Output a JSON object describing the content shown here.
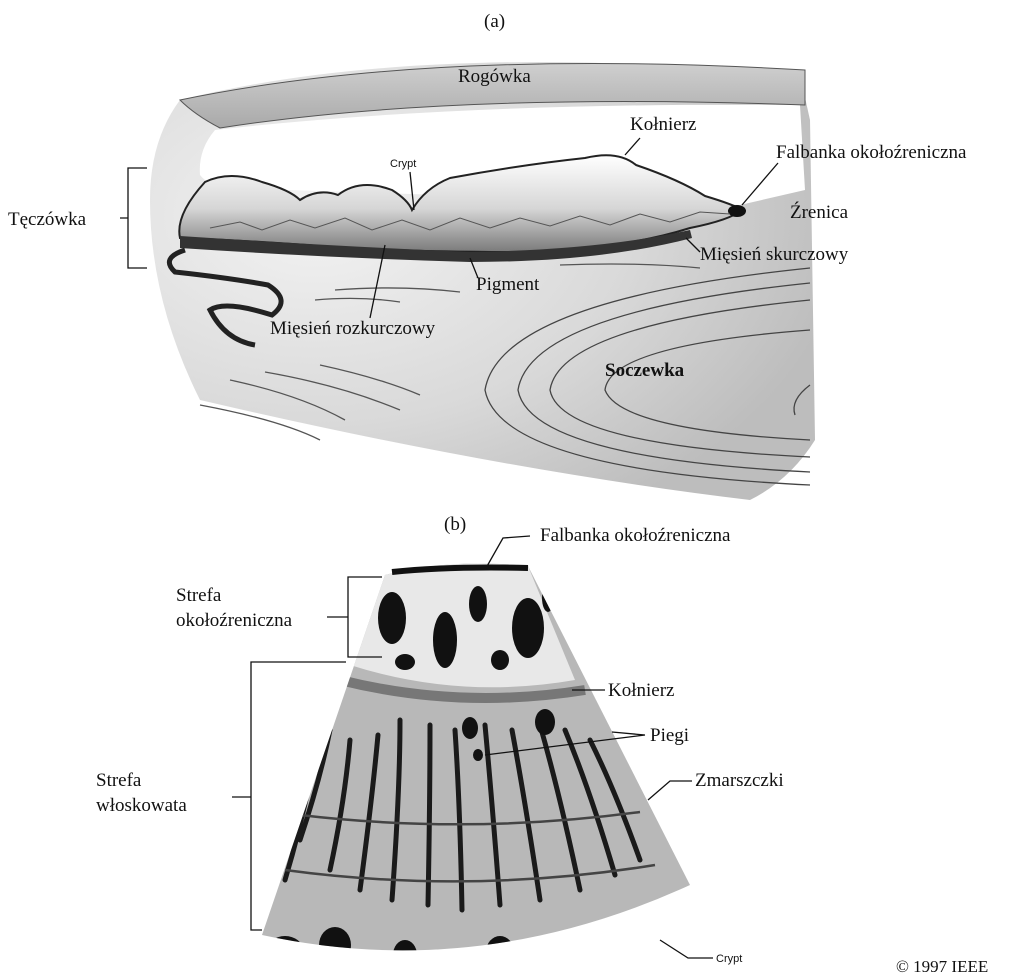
{
  "panel_a": {
    "caption": "(a)",
    "labels": {
      "cornea": "Rogówka",
      "collarette": "Kołnierz",
      "crypt": "Crypt",
      "pupillary_frill": "Falbanka okołoźreniczna",
      "iris": "Tęczówka",
      "pupil": "Źrenica",
      "sphincter": "Mięsień skurczowy",
      "pigment": "Pigment",
      "dilator": "Mięsień rozkurczowy",
      "lens": "Soczewka"
    }
  },
  "panel_b": {
    "caption": "(b)",
    "labels": {
      "pupillary_frill": "Falbanka okołoźreniczna",
      "pupillary_zone_1": "Strefa",
      "pupillary_zone_2": "okołoźreniczna",
      "collarette": "Kołnierz",
      "freckles": "Piegi",
      "ciliary_zone_1": "Strefa",
      "ciliary_zone_2": "włoskowata",
      "furrows": "Zmarszczki",
      "crypt": "Crypt"
    }
  },
  "copyright": "© 1997 IEEE"
}
